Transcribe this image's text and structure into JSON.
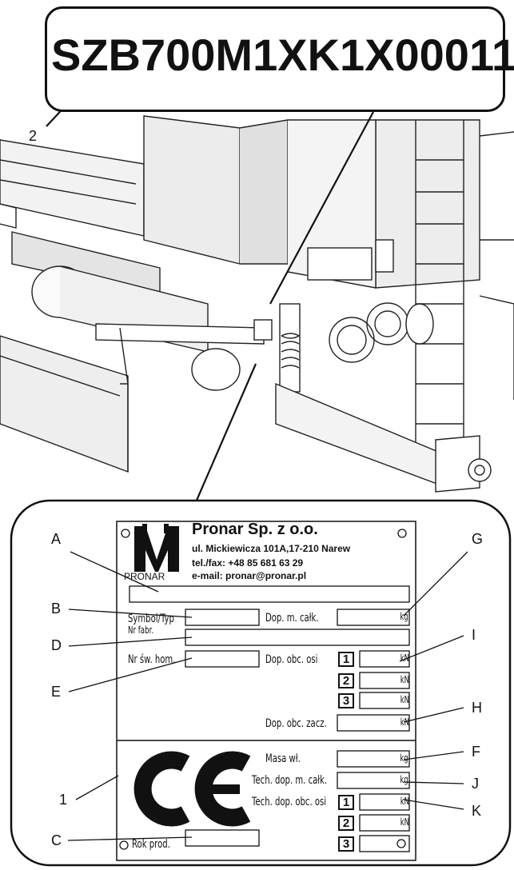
{
  "vin": {
    "code": "SZB700M1XK1X00011",
    "callout": "2"
  },
  "plate": {
    "company": "Pronar Sp. z o.o.",
    "address": "ul. Mickiewicza 101A,17-210 Narew",
    "phone": "tel./fax: +48 85 681 63 29",
    "email": "e-mail: pronar@pronar.pl",
    "logo_text": "PRONAR",
    "fields": {
      "symbol_typ": "Symbol/Typ",
      "nr_fabr": "Nr fabr.",
      "nr_sw_hom": "Nr św. hom.",
      "dop_m_calk": "Dop. m. całk.",
      "dop_obc_osi": "Dop. obc. osi",
      "dop_obc_zacz": "Dop. obc. zacz.",
      "masa_wl": "Masa wł.",
      "tech_dop_m_calk": "Tech. dop. m. całk.",
      "tech_dop_obc_osi": "Tech. dop. obc. osi",
      "rok_prod": "Rok prod."
    },
    "units": {
      "kg": "kg",
      "kn": "kN"
    },
    "axles": [
      "1",
      "2",
      "3"
    ],
    "ce_mark": "CE"
  },
  "callouts": {
    "A": "A",
    "B": "B",
    "C": "C",
    "D": "D",
    "E": "E",
    "F": "F",
    "G": "G",
    "H": "H",
    "I": "I",
    "J": "J",
    "K": "K",
    "one": "1"
  }
}
